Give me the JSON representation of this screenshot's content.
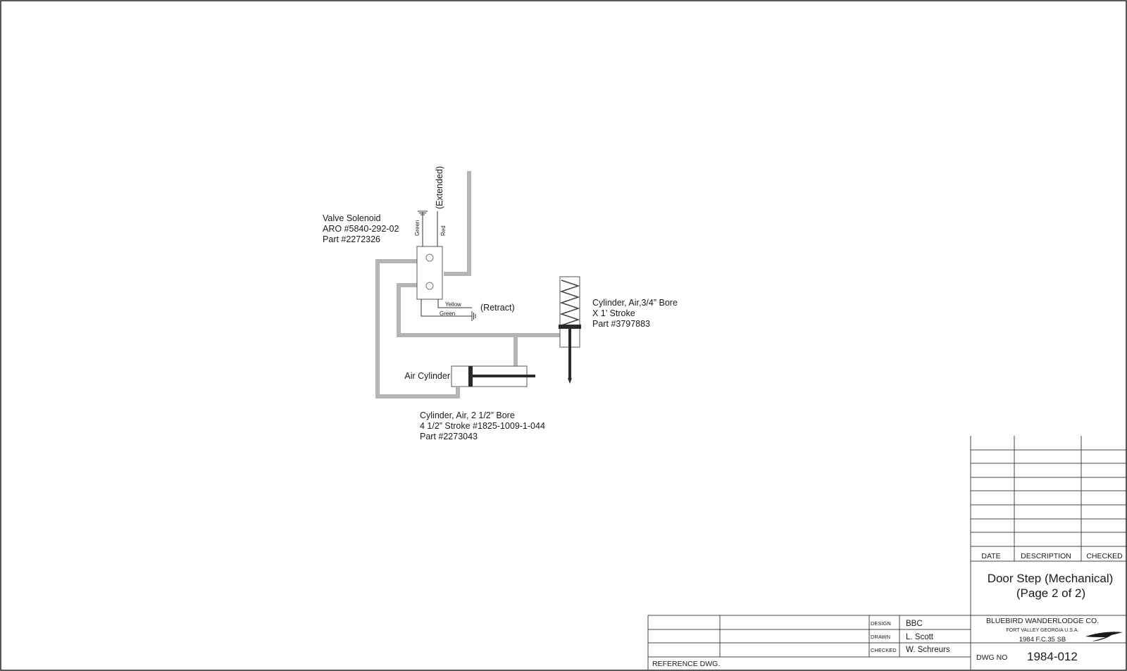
{
  "diagram": {
    "solenoid": {
      "label_lines": [
        "Valve Solenoid",
        "ARO #5840-292-02",
        "Part #2272326"
      ],
      "wire_green_top": "Green",
      "wire_red": "Red",
      "wire_yellow": "Yellow",
      "wire_green_bottom": "Green",
      "extended": "(Extended)",
      "retract": "(Retract)"
    },
    "small_cylinder": {
      "label_lines": [
        "Cylinder, Air,3/4” Bore",
        "X 1’ Stroke",
        "Part #3797883"
      ]
    },
    "big_cylinder": {
      "name": "Air Cylinder",
      "label_lines": [
        "Cylinder, Air, 2 1/2” Bore",
        "4 1/2” Stroke #1825-1009-1-044",
        "Part #2273043"
      ]
    }
  },
  "revision_block": {
    "headers": [
      "DATE",
      "DESCRIPTION",
      "CHECKED"
    ]
  },
  "title_block": {
    "title_lines": [
      "Door Step (Mechanical)",
      "(Page 2 of 2)"
    ],
    "company": "BLUEBIRD WANDERLODGE CO.",
    "location": "FORT VALLEY GEORGIA U.S.A.",
    "model": "1984 F.C.35 SB",
    "dwg_no_label": "DWG NO",
    "dwg_no": "1984-012",
    "design_label": "DESIGN",
    "design_value": "BBC",
    "drawn_label": "DRAWN",
    "drawn_value": "L. Scott",
    "checked_label": "CHECKED",
    "checked_value": "W. Schreurs",
    "reference_label": "REFERENCE DWG."
  }
}
